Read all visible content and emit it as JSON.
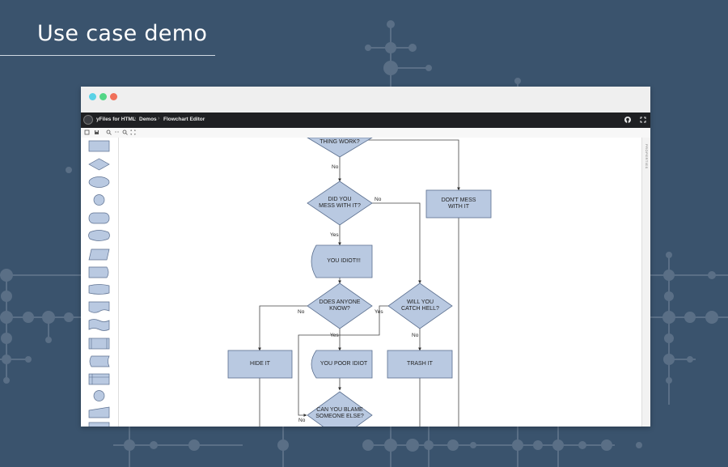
{
  "title": "Use case demo",
  "app": {
    "crumbs": [
      "yFiles for HTML",
      "Demos",
      "Flowchart Editor"
    ],
    "github_icon": "github-icon",
    "fullscreen_icon": "fullscreen-icon",
    "properties_label": "PROPERTIES"
  },
  "toolbar": {
    "icons": [
      "new-document-icon",
      "save-icon",
      "zoom-in-icon",
      "fit-content-icon",
      "zoom-out-icon",
      "zoom-original-icon"
    ]
  },
  "palette": {
    "shapes": [
      "process",
      "decision",
      "terminator",
      "start",
      "start2",
      "loop-limit",
      "data",
      "directdata",
      "database",
      "document",
      "paper-tape",
      "predefined-process",
      "stored-data",
      "internal-storage",
      "on-page-reference",
      "manual-input",
      "card"
    ]
  },
  "flowchart": {
    "nodes": {
      "thing_work": "THING WORK?",
      "dont_mess": "DON'T MESS\nWITH IT",
      "did_you_mess": "DID YOU\nMESS WITH IT?",
      "you_idiot": "YOU IDIOT!!!",
      "does_anyone": "DOES ANYONE\nKNOW?",
      "will_you": "WILL YOU\nCATCH HELL?",
      "hide_it": "HIDE IT",
      "poor_idiot": "YOU POOR IDIOT",
      "trash_it": "TRASH IT",
      "blame": "CAN YOU BLAME\nSOMEONE ELSE?"
    },
    "edges": {
      "no1": "No",
      "no2": "No",
      "yes1": "Yes",
      "no3": "No",
      "yes2": "Yes",
      "yes3": "Yes",
      "no4": "No",
      "no5": "No"
    }
  },
  "colors": {
    "background": "#3a536d",
    "node_fill": "#b9c9e1",
    "node_stroke": "#5b6f8f",
    "dot_cyan": "#5ad2e6",
    "dot_green": "#52d686",
    "dot_red": "#f0705a"
  }
}
